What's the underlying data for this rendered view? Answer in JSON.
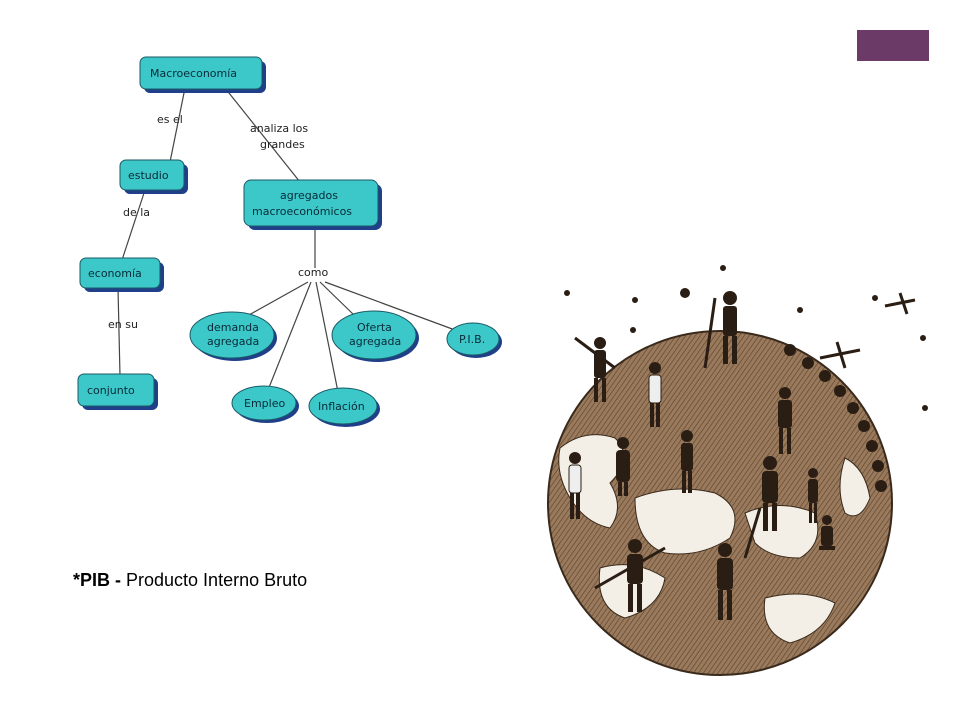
{
  "colors": {
    "accent": "#6b3a66",
    "node_fill": "#3cc8c8",
    "node_shadow": "#1f3f8a",
    "line": "#444444",
    "globe": "#8a6a4e"
  },
  "concept_map": {
    "nodes": {
      "macro": "Macroeconomía",
      "estudio": "estudio",
      "economia": "economía",
      "conjunto": "conjunto",
      "agregados_1": "agregados",
      "agregados_2": "macroeconómicos",
      "demanda_1": "demanda",
      "demanda_2": "agregada",
      "oferta_1": "Oferta",
      "oferta_2": "agregada",
      "pib": "P.I.B.",
      "empleo": "Empleo",
      "inflacion": "Inflación"
    },
    "links": {
      "es_el": "es el",
      "analiza_1": "analiza los",
      "analiza_2": "grandes",
      "de_la": "de la",
      "en_su": "en su",
      "como": "como"
    }
  },
  "footnote": {
    "prefix": "*PIB - ",
    "text": "Producto Interno Bruto"
  },
  "illustration": {
    "icon": "globe-with-workers-icon"
  }
}
